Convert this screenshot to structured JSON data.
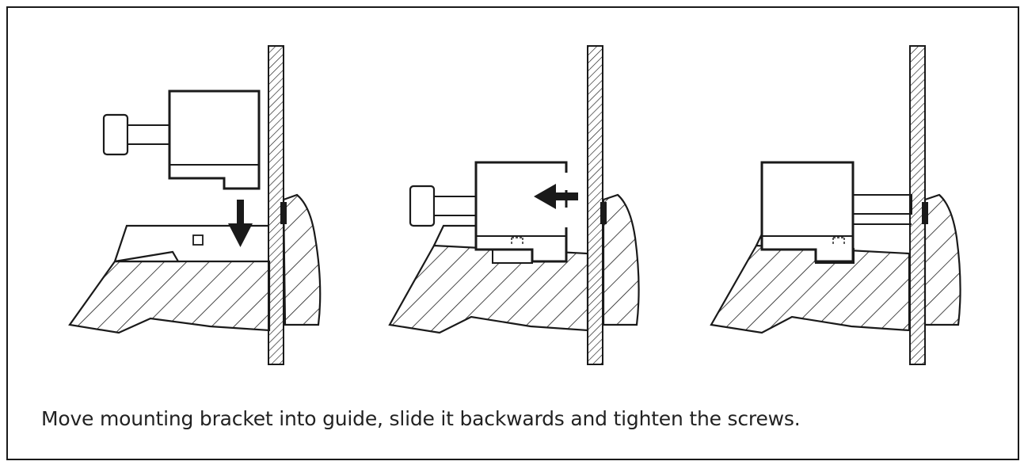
{
  "caption": "Move mounting bracket into guide, slide it backwards and tighten the screws.",
  "steps": [
    {
      "name": "insert",
      "arrow": "down-arrow"
    },
    {
      "name": "slide",
      "arrow": "left-arrow"
    },
    {
      "name": "tighten",
      "arrow": ""
    }
  ],
  "colors": {
    "line": "#1a1a1a",
    "background": "#ffffff"
  }
}
